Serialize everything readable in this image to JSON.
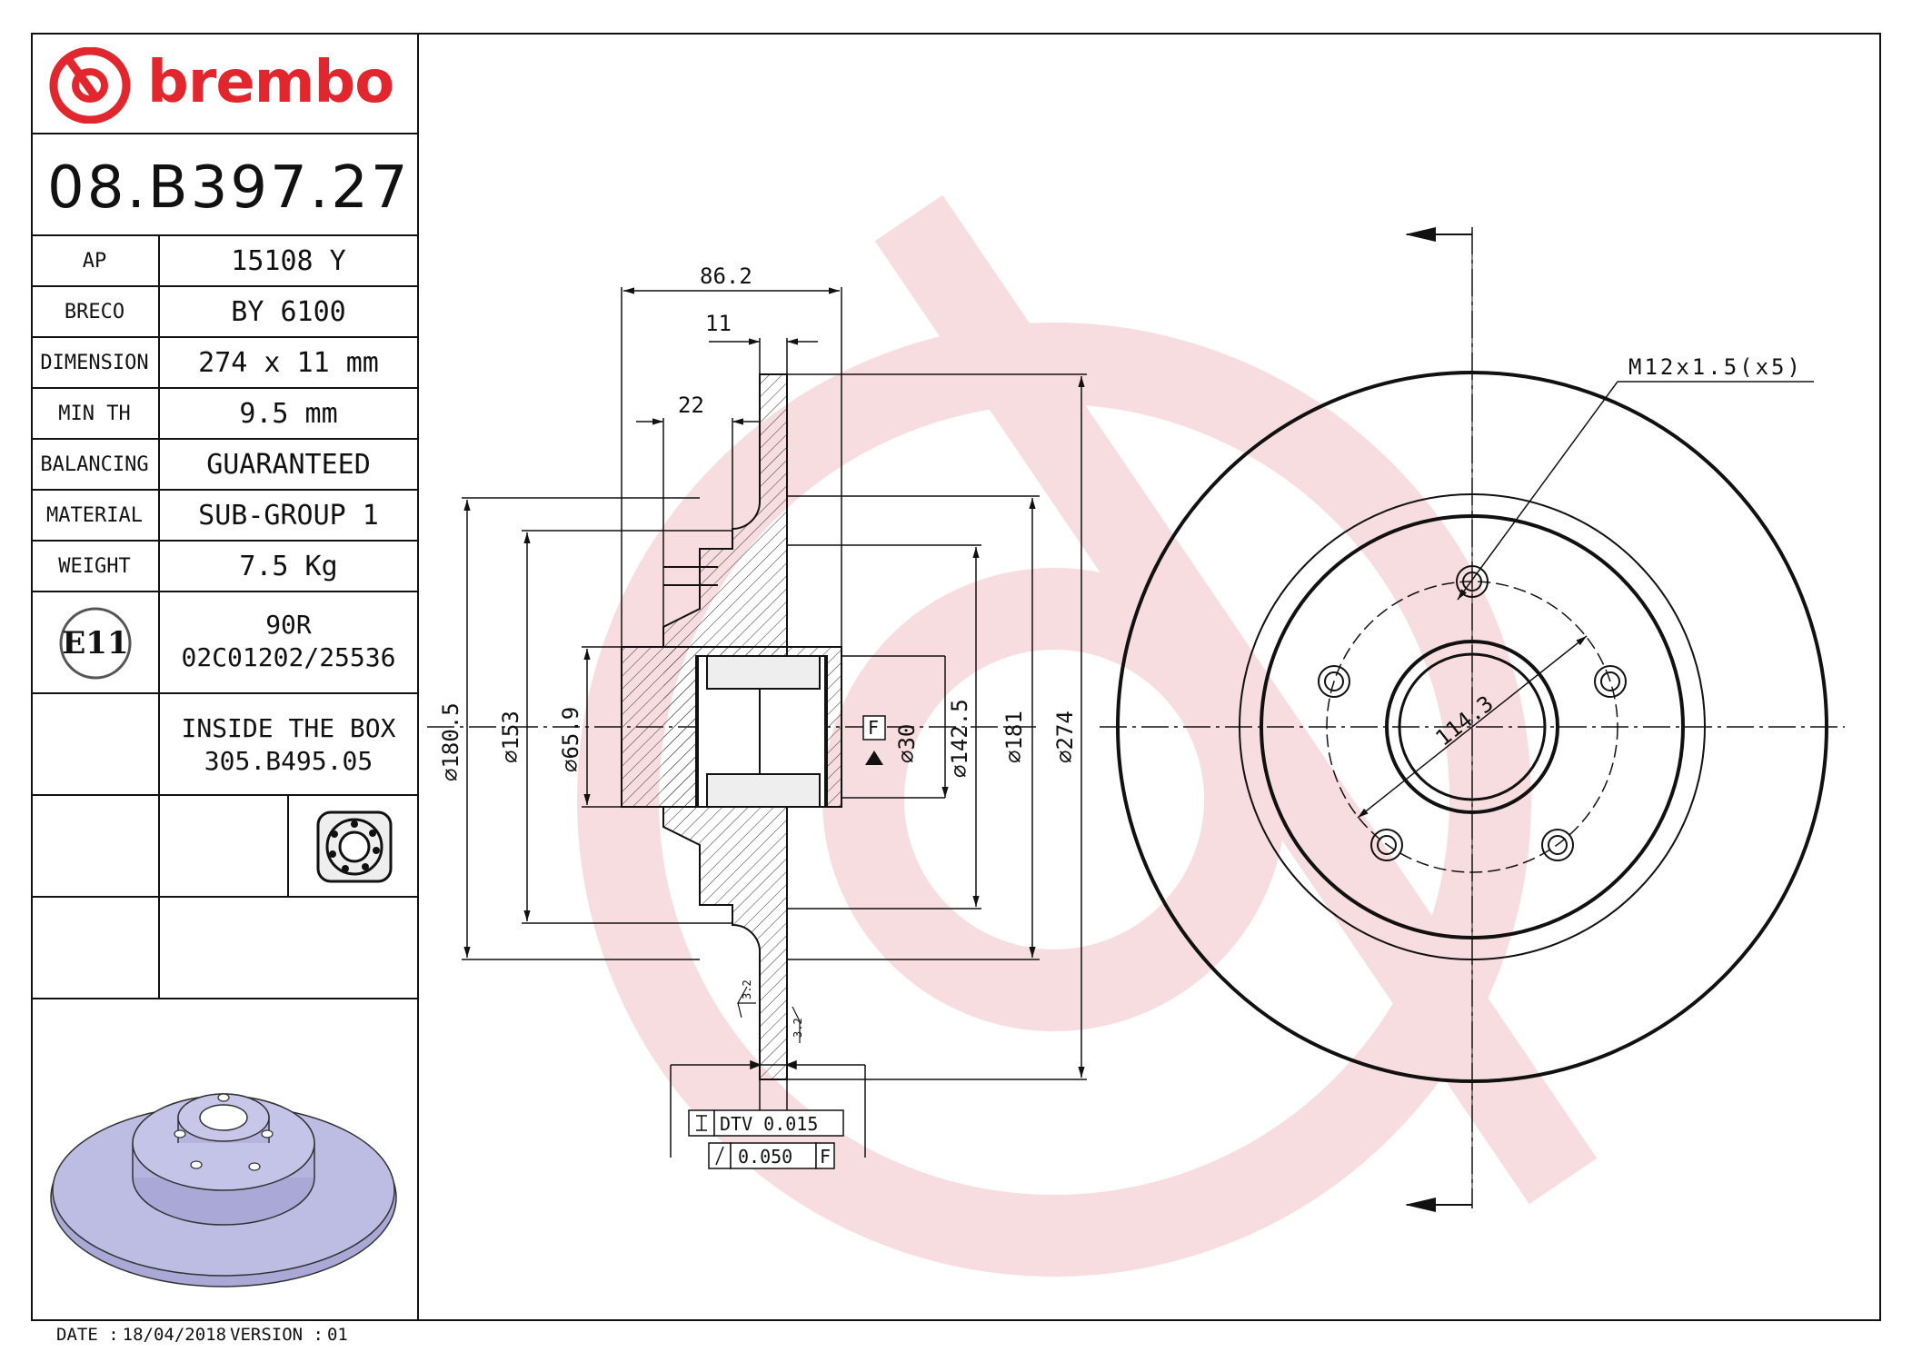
{
  "brand": "brembo",
  "part_number": "08.B397.27",
  "specs": [
    {
      "key": "AP",
      "value": "15108 Y"
    },
    {
      "key": "BRECO",
      "value": "BY 6100"
    },
    {
      "key": "DIMENSION",
      "value": "274 x 11 mm"
    },
    {
      "key": "MIN TH",
      "value": "9.5 mm"
    },
    {
      "key": "BALANCING",
      "value": "GUARANTEED"
    },
    {
      "key": "MATERIAL",
      "value": "SUB-GROUP 1"
    },
    {
      "key": "WEIGHT",
      "value": "7.5 Kg"
    }
  ],
  "approval": {
    "mark": "E11",
    "line1": "90R",
    "line2": "02C01202/25536"
  },
  "inside_box": {
    "line1": "INSIDE THE BOX",
    "line2": "305.B495.05"
  },
  "footer": {
    "date_label": "DATE :",
    "date": "18/04/2018",
    "version_label": "VERSION :",
    "version": "01"
  },
  "dimensions": {
    "width_total": "86.2",
    "thickness": "11",
    "hub_offset": "22",
    "d_180_5": "180.5",
    "d_153": "153",
    "d_65_9": "65.9",
    "d_30": "30",
    "d_142_5": "142.5",
    "d_181": "181",
    "d_274": "274",
    "pcd": "114.3",
    "thread": "M12x1.5(x5)",
    "datum": "F",
    "roughness_a": "3.2",
    "roughness_b": "3.2",
    "dtv_label": "DTV",
    "dtv_value": "0.015",
    "runout_value": "0.050",
    "runout_datum": "F"
  },
  "colors": {
    "brand_red": "#e2262d",
    "watermark": "#f6d9dc",
    "disc_3d": "#b9b8e0"
  },
  "icons": [
    "brembo-logo-icon",
    "bearing-icon",
    "disc-3d-icon"
  ]
}
